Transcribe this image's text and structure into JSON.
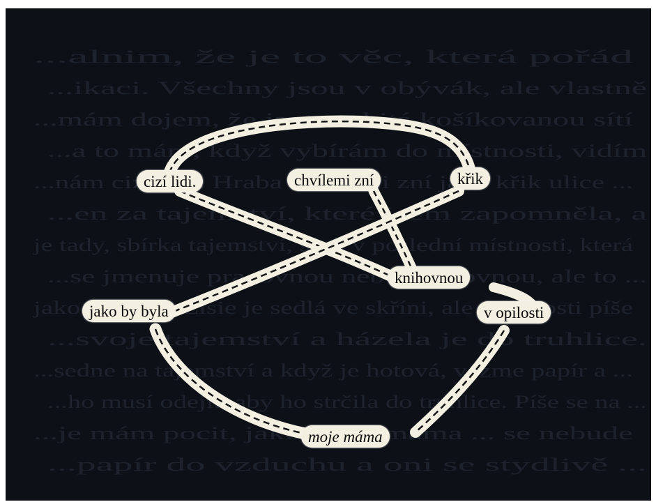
{
  "phrases": {
    "p1": "cizí lidi.",
    "p2": "chvílemi zní",
    "p3": "křik",
    "p4": "knihovnou",
    "p5": "jako by byla",
    "p6": "v opilosti",
    "p7": "moje máma"
  },
  "background_lines": [
    "...alnim, že je to věc, která pořád",
    "...ikaci. Všechny jsou v obývák, ale vlastně",
    "...mám dojem, že jsem zabitá košíkovanou sítí",
    "...a to mám, když vybírám do místnosti, vidím",
    "...nám cizí lidi. Hraba chvílemi zní jako křik ulice ...",
    "...en za tajemství, které jsem zapomněla, a",
    "je tady, sbírka tajemství, stojí v poslední místnosti, která",
    "...se jmenuje pracovnou nebo knihovnou, ale to ...",
    "jako by byla. Elsie je sedlá ve skříni, ale v opilosti píše",
    "...svoje tajemství a házela je do truhlice.",
    "...sedne na tajemství a když je hotová, vezme papír a ...",
    "...ho musí odejít, aby ho strčila do truhlice. Píše se na ...",
    "...je mám pocit, jako moje máma ... se nebude",
    "...papír do vzduchu a oni se stydlivě ..."
  ]
}
